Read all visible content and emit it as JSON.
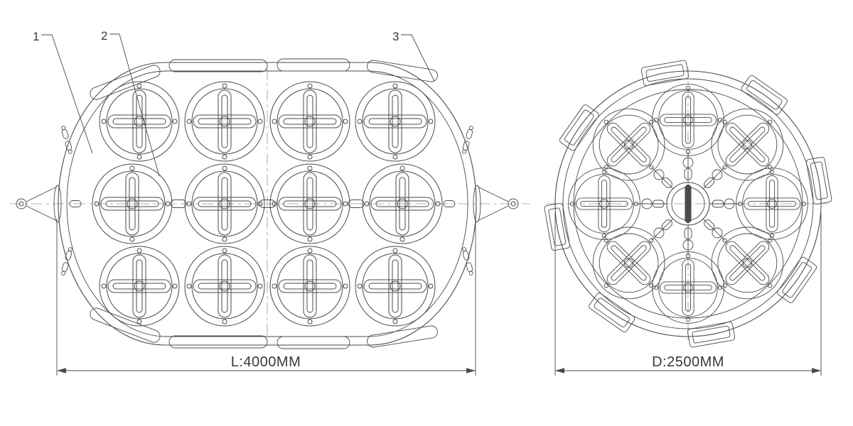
{
  "drawing": {
    "line_color": "#4a4a4a",
    "background": "#ffffff",
    "callouts": [
      {
        "label": "1"
      },
      {
        "label": "2"
      },
      {
        "label": "3"
      }
    ],
    "dimensions": {
      "length": "L:4000MM",
      "diameter": "D:2500MM"
    }
  }
}
